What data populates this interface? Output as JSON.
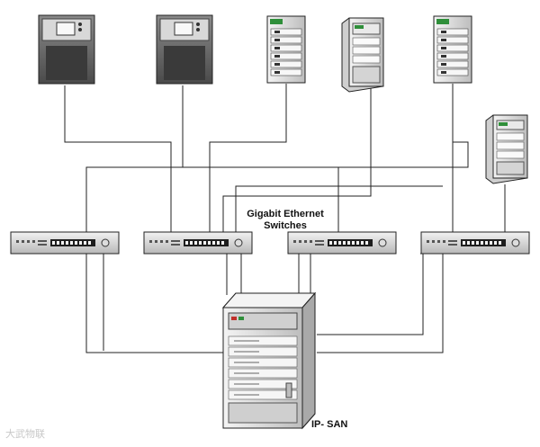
{
  "diagram": {
    "switch_label_line1": "Gigabit Ethernet",
    "switch_label_line2": "Switches",
    "storage_label": "IP- SAN",
    "watermark": "大武物联"
  },
  "colors": {
    "line": "#222222",
    "device_light": "#e6e6e6",
    "device_dark": "#9a9a9a",
    "device_black": "#1e1e1e",
    "status_green": "#2f8f3a"
  },
  "nodes": {
    "ups": [
      "ups-1",
      "ups-2"
    ],
    "rack_servers": [
      "rack-server-1",
      "rack-server-2"
    ],
    "tower_servers": [
      "tower-server-1",
      "tower-server-2"
    ],
    "switches": [
      "switch-1",
      "switch-2",
      "switch-3",
      "switch-4"
    ],
    "storage": "ip-san"
  }
}
